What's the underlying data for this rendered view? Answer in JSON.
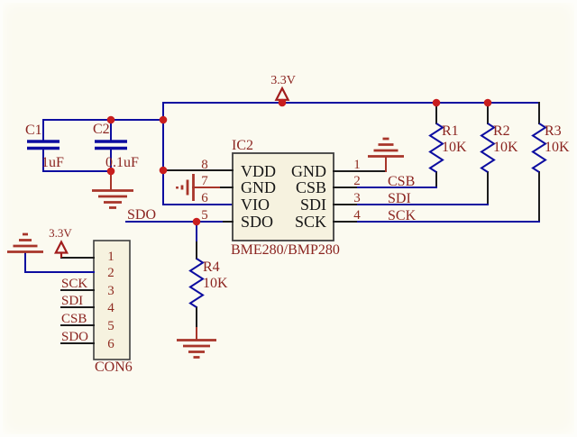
{
  "power": {
    "main": "3.3V",
    "con": "3.3V"
  },
  "ic": {
    "ref": "IC2",
    "part": "BME280/BMP280",
    "left_pins": [
      {
        "num": "8",
        "name": "VDD"
      },
      {
        "num": "7",
        "name": "GND"
      },
      {
        "num": "6",
        "name": "VIO"
      },
      {
        "num": "5",
        "name": "SDO"
      }
    ],
    "right_pins": [
      {
        "num": "1",
        "name": "GND"
      },
      {
        "num": "2",
        "name": "CSB"
      },
      {
        "num": "3",
        "name": "SDI"
      },
      {
        "num": "4",
        "name": "SCK"
      }
    ],
    "right_nets": [
      "CSB",
      "SDI",
      "SCK"
    ]
  },
  "capacitors": [
    {
      "ref": "C1",
      "value": "1uF"
    },
    {
      "ref": "C2",
      "value": "0.1uF"
    }
  ],
  "resistors": [
    {
      "ref": "R1",
      "value": "10K"
    },
    {
      "ref": "R2",
      "value": "10K"
    },
    {
      "ref": "R3",
      "value": "10K"
    },
    {
      "ref": "R4",
      "value": "10K"
    }
  ],
  "connector": {
    "ref": "CON6",
    "pins": [
      "1",
      "2",
      "3",
      "4",
      "5",
      "6"
    ],
    "nets": [
      "SCK",
      "SDI",
      "CSB",
      "SDO"
    ]
  },
  "nets": {
    "sdo": "SDO"
  },
  "colors": {
    "wire": "#0d0da0",
    "pin_stub": "#1c1c1c",
    "label": "#8b2420",
    "junction": "#c81e1e",
    "ground": "#a8352a",
    "power_symbol": "#a11c1c",
    "component_fill": "#f6f2df",
    "background": "#fbfaf0"
  }
}
